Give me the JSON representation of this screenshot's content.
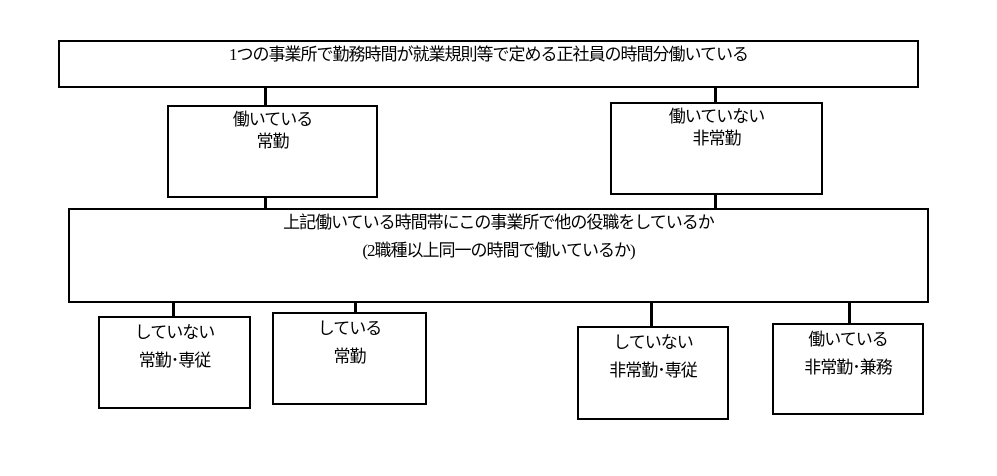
{
  "root": {
    "text": "1つの事業所で勤務時間が就業規則等で定める正社員の時間分働いている"
  },
  "level1": [
    {
      "line1": "働いている",
      "line2": "常勤"
    },
    {
      "line1": "働いていない",
      "line2": "非常勤"
    }
  ],
  "question": {
    "line1": "上記働いている時間帯にこの事業所で他の役職をしているか",
    "line2": "(2職種以上同一の時間で働いているか)"
  },
  "leaves": [
    {
      "line1": "していない",
      "line2": "常勤･専従"
    },
    {
      "line1": "している",
      "line2": "常勤"
    },
    {
      "line1": "していない",
      "line2": "非常勤･専従"
    },
    {
      "line1": "働いている",
      "line2": "非常勤･兼務"
    }
  ]
}
